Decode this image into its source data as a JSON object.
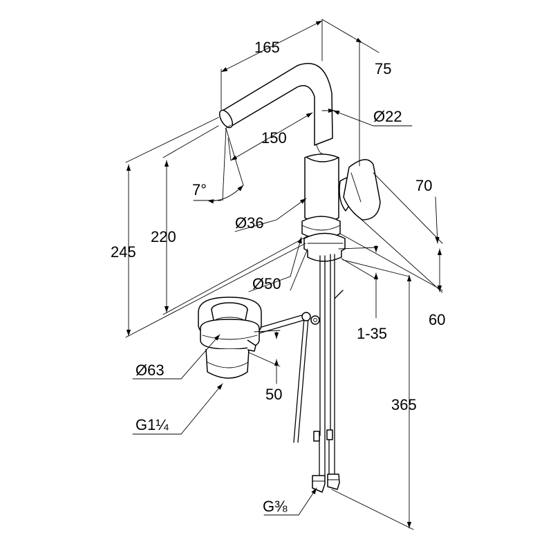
{
  "drawing": {
    "colors": {
      "line": "#000000",
      "background": "#ffffff"
    },
    "dimensions": {
      "width_top": "165",
      "depth": "75",
      "pipe_diameter": "Ø22",
      "reach": "150",
      "angle": "7°",
      "height_total": "245",
      "height_outlet": "220",
      "handle": "70",
      "base_diameter": "Ø36",
      "plate_diameter": "Ø50",
      "base_height": "60",
      "deck_thickness": "1-35",
      "drain_diameter": "Ø63",
      "drain_height": "50",
      "drain_thread": "G1¼",
      "hose_length": "365",
      "hose_thread": "G⅜"
    }
  }
}
